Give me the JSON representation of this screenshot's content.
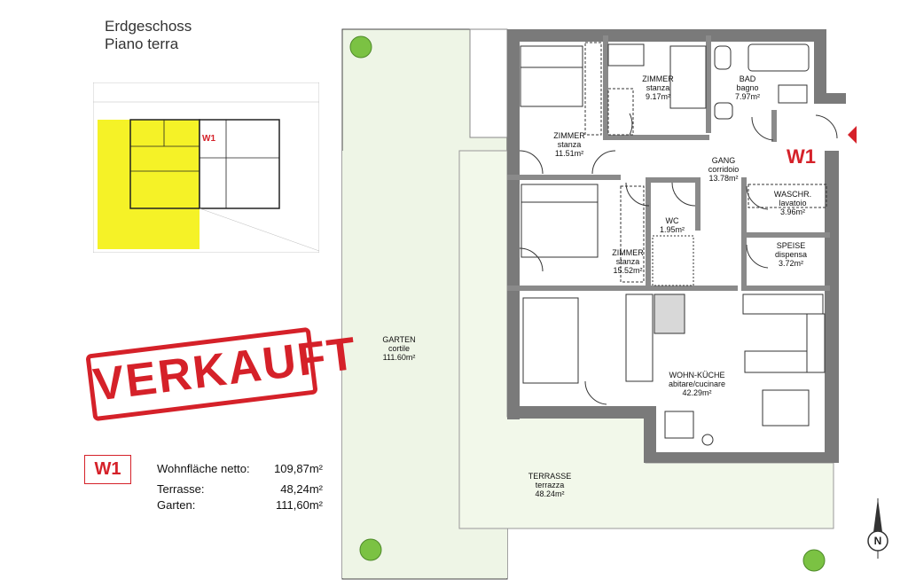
{
  "titles": {
    "floor_de": "Erdgeschoss",
    "floor_it": "Piano terra"
  },
  "keyplan": {
    "unit_tag": "W1"
  },
  "stamp": {
    "text": "VERKAUFT"
  },
  "unit": {
    "label": "W1",
    "areas": [
      {
        "label": "Wohnfläche netto:",
        "value": "109,87m²"
      },
      {
        "label": "Terrasse:",
        "value": "48,24m²"
      },
      {
        "label": "Garten:",
        "value": "111,60m²"
      }
    ]
  },
  "plan_badge": "W1",
  "rooms": {
    "zimmer1": {
      "de": "ZIMMER",
      "it": "stanza",
      "area": "11.51m²"
    },
    "zimmer2": {
      "de": "ZIMMER",
      "it": "stanza",
      "area": "9.17m²"
    },
    "bad": {
      "de": "BAD",
      "it": "bagno",
      "area": "7.97m²"
    },
    "gang": {
      "de": "GANG",
      "it": "corridoio",
      "area": "13.78m²"
    },
    "wc": {
      "de": "WC",
      "area": "1.95m²"
    },
    "waschr": {
      "de": "WASCHR.",
      "it": "lavatoio",
      "area": "3.96m²"
    },
    "speise": {
      "de": "SPEISE",
      "it": "dispensa",
      "area": "3.72m²"
    },
    "zimmer3": {
      "de": "ZIMMER",
      "it": "stanza",
      "area": "15.52m²"
    },
    "wohn": {
      "de": "WOHN-KÜCHE",
      "it": "abitare/cucinare",
      "area": "42.29m²"
    },
    "garten": {
      "de": "GARTEN",
      "it": "cortile",
      "area": "111.60m²"
    },
    "terrasse": {
      "de": "TERRASSE",
      "it": "terrazza",
      "area": "48.24m²"
    }
  },
  "north": "N",
  "colors": {
    "accent_red": "#d52129",
    "wall": "#7a7a7a",
    "garden": "#eef5e6",
    "keyplan_yellow": "#f5f227"
  }
}
